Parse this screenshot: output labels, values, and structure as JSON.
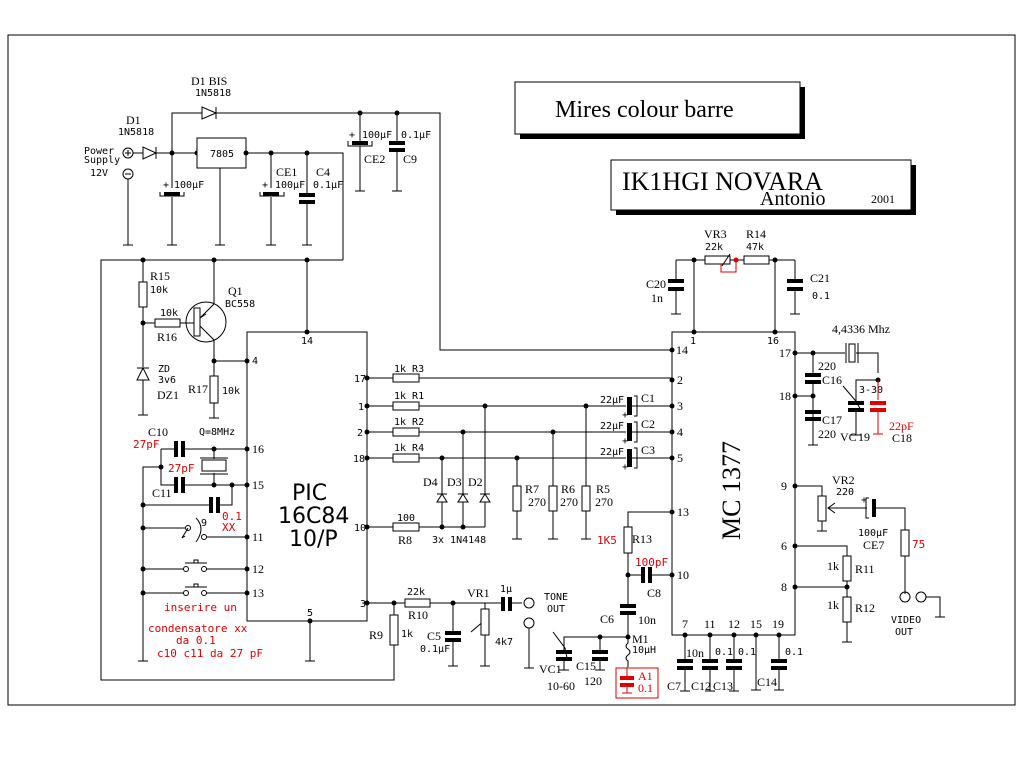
{
  "title": {
    "main": "Mires colour barre",
    "author_callsign": "IK1HGI NOVARA",
    "author_name": "Antonio",
    "year": "2001"
  },
  "power": {
    "label_line1": "Power",
    "label_line2": "Supply",
    "label_line3": "12V",
    "d1_name": "D1",
    "d1_part": "1N5818",
    "d1bis_name": "D1 BIS",
    "d1bis_part": "1N5818",
    "regulator": "7805",
    "c_in_value": "100µF",
    "ce1_name": "CE1",
    "ce1_value": "100µF",
    "c4_name": "C4",
    "c4_value": "0.1µF",
    "ce2_name": "CE2",
    "ce2_value": "100µF",
    "c9_name": "C9",
    "c9_value": "0.1µF"
  },
  "reset": {
    "r15_name": "R15",
    "r15_value": "10k",
    "r16_name": "R16",
    "r16_value": "10k",
    "q1_name": "Q1",
    "q1_part": "BC558",
    "zd_name": "ZD",
    "zd_value": "3v6",
    "zd_ref": "DZ1",
    "r17_name": "R17",
    "r17_value": "10k"
  },
  "oscillator": {
    "crystal": "Q=8MHz",
    "c10_name": "C10",
    "c10_value": "27pF",
    "c11_name": "C11",
    "c11_value": "27pF",
    "cxx_value": "0.1",
    "cxx_name": "XX"
  },
  "note": {
    "line1": "inserire un",
    "line2": "condensatore  xx",
    "line3": "da 0.1",
    "line4": "c10 c11 da 27 pF"
  },
  "pic": {
    "line1": "PIC",
    "line2": "16C84",
    "line3": "10/P",
    "pins": {
      "p4": "4",
      "p14": "14",
      "p16": "16",
      "p15": "15",
      "p11": "11",
      "p12": "12",
      "p13": "13",
      "p5": "5",
      "p17": "17",
      "p1": "1",
      "p2": "2",
      "p18": "18",
      "p10": "10",
      "p3": "3"
    }
  },
  "resistor_network": {
    "r3": "1k  R3",
    "r1": "1k R1",
    "r2": "1k R2",
    "r4": "1k R4",
    "r8_value": "100",
    "r8_name": "R8",
    "d4": "D4",
    "d3": "D3",
    "d2": "D2",
    "diodes_part": "3x  1N4148",
    "r7_name": "R7",
    "r7_value": "270",
    "r6_name": "R6",
    "r6_value": "270",
    "r5_name": "R5",
    "r5_value": "270",
    "c1_value": "22µF",
    "c1_name": "C1",
    "c2_value": "22µF",
    "c2_name": "C2",
    "c3_value": "22µF",
    "c3_name": "C3"
  },
  "tone": {
    "r9_name": "R9",
    "r9_value": "1k",
    "r10_value": "22k",
    "r10_name": "R10",
    "c5_name": "C5",
    "c5_value": "0.1µF",
    "vr1_name": "VR1",
    "vr1_value": "4k7",
    "c_out_value": "1µ",
    "out_line1": "TONE",
    "out_line2": "OUT"
  },
  "mc1377": {
    "label": "MC 1377",
    "pins": {
      "p1": "1",
      "p16": "16",
      "p14": "14",
      "p2": "2",
      "p3": "3",
      "p4": "4",
      "p5": "5",
      "p13": "13",
      "p10": "10",
      "p17": "17",
      "p18": "18",
      "p9": "9",
      "p6": "6",
      "p8": "8",
      "p7": "7",
      "p11": "11",
      "p12": "12",
      "p15": "15",
      "p19": "19"
    }
  },
  "mc_top": {
    "vr3_name": "VR3",
    "vr3_value": "22k",
    "r14_name": "R14",
    "r14_value": "47k",
    "c20_name": "C20",
    "c20_value": "1n",
    "c21_name": "C21",
    "c21_value": "0.1"
  },
  "mc_left": {
    "r13_value": "1K5",
    "r13_name": "R13",
    "c8_value": "100pF",
    "c8_name": "C8",
    "c6_name": "C6",
    "c6_value": "10n",
    "m1_name": "M1",
    "m1_value": "10µH",
    "a1_name": "A1",
    "a1_value": "0.1",
    "vc1_name": "VC1",
    "vc1_value": "10-60",
    "c15_name": "C15",
    "c15_value": "120"
  },
  "mc_bottom": {
    "c7_name": "C7",
    "c7_value": "10n",
    "c12_name": "C12",
    "c12_value": "0.1",
    "c13_name": "C13",
    "c13_value": "0.1",
    "c14_name": "C14",
    "c14_value": "0.1"
  },
  "mc_right": {
    "crystal": "4,4336 Mhz",
    "c16_value": "220",
    "c16_name": "C16",
    "c17_value": "220",
    "c17_name": "C17",
    "vc_trim": "3-30",
    "vc_name": "VC",
    "vc_ref": "19",
    "c18_value": "22pF",
    "c18_name": "C18",
    "vr2_name": "VR2",
    "vr2_value": "220",
    "ce7_value": "100µF",
    "ce7_name": "CE7",
    "r75_value": "75",
    "r11_value": "1k",
    "r11_name": "R11",
    "r12_value": "1k",
    "r12_name": "R12",
    "video_line1": "VIDEO",
    "video_line2": "OUT"
  }
}
